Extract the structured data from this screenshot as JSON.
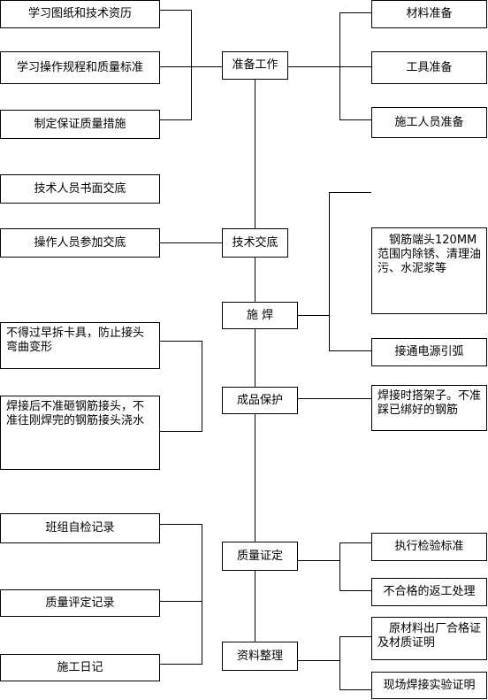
{
  "nodes": {
    "study_drawings": "学习图纸和技术资历",
    "study_rules": "学习操作规程和质量标准",
    "quality_measures": "制定保证质量措施",
    "written_brief": "技术人员书面交底",
    "worker_brief": "操作人员参加交底",
    "no_early_removal": "不得过早拆卡具，防止接头弯曲变形",
    "no_hammer": "焊接后不准砸钢筋接头，不准往刚焊完的钢筋接头浇水",
    "self_check": "班组自检记录",
    "quality_record": "质量评定记录",
    "construction_log": "施工日记",
    "preparation": "准备工作",
    "tech_brief": "技术交底",
    "welding": "施 焊",
    "product_protection": "成品保护",
    "quality_cert": "质量证定",
    "data_sorting": "资料整理",
    "material_prep": "材料准备",
    "tool_prep": "工具准备",
    "staff_prep": "施工人员准备",
    "rebar_end": "钢筋端头120MM范围内除锈、清理油污、水泥浆等",
    "arc_start": "接通电源引弧",
    "scaffold": "焊接时搭架子。不准踩已绑好的钢筋",
    "inspection_std": "执行检验标准",
    "rework": "不合格的返工处理",
    "material_cert": "原材料出厂合格证及材质证明",
    "weld_test": "现场焊接实验证明"
  }
}
